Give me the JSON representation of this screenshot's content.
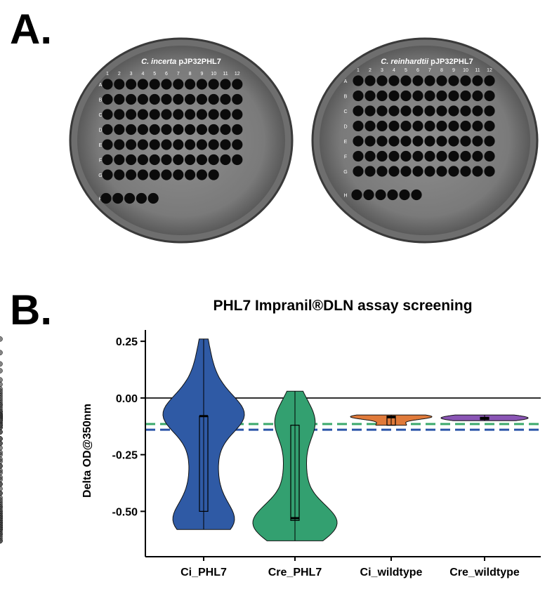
{
  "panel_a": {
    "letter": "A.",
    "plates": [
      {
        "title_italic": "C. incerta",
        "title_rest": " pJP32PHL7",
        "columns": [
          "1",
          "2",
          "3",
          "4",
          "5",
          "6",
          "7",
          "8",
          "9",
          "10",
          "11",
          "12"
        ],
        "rows": [
          "A",
          "B",
          "C",
          "D",
          "E",
          "F",
          "G",
          "H"
        ],
        "row_counts": [
          12,
          12,
          12,
          12,
          12,
          12,
          10,
          5
        ]
      },
      {
        "title_italic": "C. reinhardtii",
        "title_rest": " pJP32PHL7",
        "columns": [
          "1",
          "2",
          "3",
          "4",
          "5",
          "6",
          "7",
          "8",
          "9",
          "10",
          "11",
          "12"
        ],
        "rows": [
          "A",
          "B",
          "C",
          "D",
          "E",
          "F",
          "G",
          "H"
        ],
        "row_counts": [
          12,
          12,
          12,
          12,
          12,
          12,
          12,
          6
        ]
      }
    ]
  },
  "panel_b": {
    "letter": "B."
  },
  "chart_data": {
    "type": "violin",
    "title": "PHL7 Impranil®DLN assay screening",
    "xlabel": "",
    "ylabel": "Delta OD@350nm",
    "categories": [
      "Ci_PHL7",
      "Cre_PHL7",
      "Ci_wildtype",
      "Cre_wildtype"
    ],
    "yticks": [
      0.25,
      0.0,
      -0.25,
      -0.5
    ],
    "ytick_labels": [
      "0.25",
      "0.00",
      "-0.25",
      "-0.50"
    ],
    "ylim": [
      -0.7,
      0.3
    ],
    "reference_line": 0.0,
    "thresholds": [
      {
        "value": -0.115,
        "color": "#3aa86b"
      },
      {
        "value": -0.14,
        "color": "#2a55a8"
      }
    ],
    "series": [
      {
        "name": "Ci_PHL7",
        "color": "#2f5aa5",
        "min": -0.58,
        "q1": -0.5,
        "median": -0.08,
        "q3": -0.08,
        "max": 0.26,
        "points": [
          0.26,
          0.2,
          0.15,
          0.12,
          0.08,
          0.06,
          0.04,
          0.02,
          0.01,
          -0.01,
          -0.02,
          -0.03,
          -0.04,
          -0.05,
          -0.06,
          -0.06,
          -0.07,
          -0.07,
          -0.08,
          -0.08,
          -0.08,
          -0.09,
          -0.09,
          -0.1,
          -0.1,
          -0.11,
          -0.12,
          -0.13,
          -0.15,
          -0.18,
          -0.2,
          -0.22,
          -0.25,
          -0.27,
          -0.3,
          -0.32,
          -0.35,
          -0.38,
          -0.4,
          -0.42,
          -0.44,
          -0.46,
          -0.48,
          -0.5,
          -0.51,
          -0.52,
          -0.53,
          -0.54,
          -0.55,
          -0.55,
          -0.56,
          -0.56,
          -0.57,
          -0.57,
          -0.58,
          -0.58,
          -0.58
        ]
      },
      {
        "name": "Cre_PHL7",
        "color": "#33a070",
        "min": -0.63,
        "q1": -0.54,
        "median": -0.53,
        "q3": -0.12,
        "max": 0.03,
        "points": [
          0.03,
          0.0,
          -0.03,
          -0.06,
          -0.08,
          -0.09,
          -0.1,
          -0.1,
          -0.11,
          -0.12,
          -0.13,
          -0.15,
          -0.18,
          -0.2,
          -0.24,
          -0.28,
          -0.3,
          -0.33,
          -0.36,
          -0.38,
          -0.42,
          -0.45,
          -0.47,
          -0.48,
          -0.49,
          -0.5,
          -0.51,
          -0.52,
          -0.52,
          -0.53,
          -0.53,
          -0.54,
          -0.54,
          -0.55,
          -0.55,
          -0.56,
          -0.56,
          -0.57,
          -0.57,
          -0.58,
          -0.58,
          -0.59,
          -0.6,
          -0.6,
          -0.61,
          -0.62,
          -0.63,
          -0.63
        ]
      },
      {
        "name": "Ci_wildtype",
        "color": "#e07a3a",
        "min": -0.12,
        "q1": -0.12,
        "median": -0.085,
        "q3": -0.08,
        "max": -0.075,
        "points": [
          -0.075,
          -0.08,
          -0.08,
          -0.085,
          -0.085,
          -0.09,
          -0.12,
          -0.12
        ]
      },
      {
        "name": "Cre_wildtype",
        "color": "#8a55b5",
        "min": -0.1,
        "q1": -0.095,
        "median": -0.09,
        "q3": -0.085,
        "max": -0.075,
        "points": [
          -0.075,
          -0.08,
          -0.085,
          -0.09,
          -0.09,
          -0.095,
          -0.1
        ]
      }
    ]
  }
}
